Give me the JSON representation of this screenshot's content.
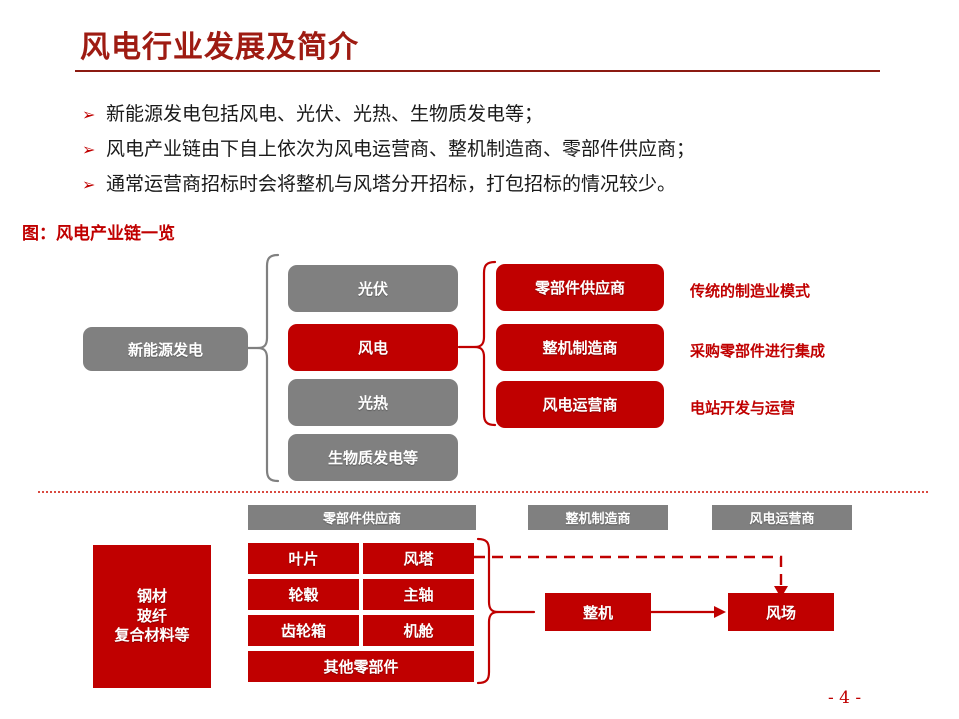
{
  "slide": {
    "title": "风电行业发展及简介",
    "page_number": "- 4 -",
    "accent_red": "#C00000",
    "title_red": "#9E1B12",
    "gray": "#808080"
  },
  "bullets": [
    {
      "marker": "➢",
      "text": "新能源发电包括风电、光伏、光热、生物质发电等；"
    },
    {
      "marker": "➢",
      "text": "风电产业链由下自上依次为风电运营商、整机制造商、零部件供应商；"
    },
    {
      "marker": "➢",
      "text": "通常运营商招标时会将整机与风塔分开招标，打包招标的情况较少。"
    }
  ],
  "figure": {
    "caption": "图：风电产业链一览"
  },
  "top_diagram": {
    "root": "新能源发电",
    "energy_types": [
      {
        "label": "光伏",
        "highlight": false
      },
      {
        "label": "风电",
        "highlight": true
      },
      {
        "label": "光热",
        "highlight": false
      },
      {
        "label": "生物质发电等",
        "highlight": false
      }
    ],
    "chain_roles": [
      {
        "label": "零部件供应商",
        "note": "传统的制造业模式"
      },
      {
        "label": "整机制造商",
        "note": "采购零部件进行集成"
      },
      {
        "label": "风电运营商",
        "note": "电站开发与运营"
      }
    ]
  },
  "bottom_diagram": {
    "headers": [
      "零部件供应商",
      "整机制造商",
      "风电运营商"
    ],
    "materials": "钢材\n玻纤\n复合材料等",
    "materials_lines": [
      "钢材",
      "玻纤",
      "复合材料等"
    ],
    "components": [
      "叶片",
      "风塔",
      "轮毂",
      "主轴",
      "齿轮箱",
      "机舱"
    ],
    "components_other": "其他零部件",
    "assembly": "整机",
    "wind_farm": "风场"
  }
}
